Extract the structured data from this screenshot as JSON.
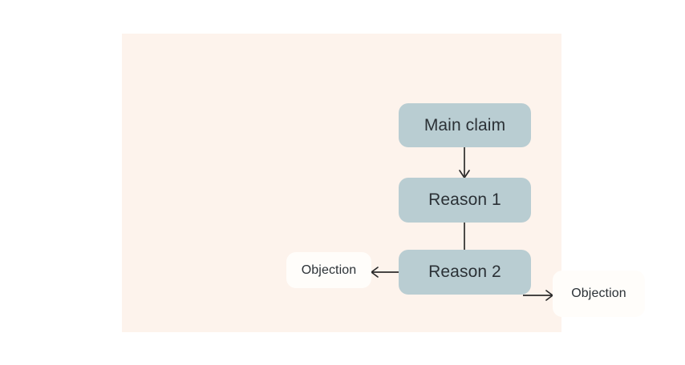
{
  "canvas": {
    "background_color": "#fdf3ec",
    "page_background_color": "#ffffff"
  },
  "diagram": {
    "type": "argument-map",
    "node_fill_primary": "#b9cdd2",
    "node_fill_objection": "#fffdfa",
    "text_color": "#2b3136",
    "connector_color": "#2b2b2b",
    "nodes": [
      {
        "id": "main-claim",
        "label": "Main claim",
        "kind": "claim"
      },
      {
        "id": "reason-1",
        "label": "Reason 1",
        "kind": "reason"
      },
      {
        "id": "reason-2",
        "label": "Reason 2",
        "kind": "reason"
      },
      {
        "id": "objection-left",
        "label": "Objection",
        "kind": "objection"
      },
      {
        "id": "objection-right",
        "label": "Objection",
        "kind": "objection"
      }
    ],
    "edges": [
      {
        "id": "main-to-reason-1",
        "from": "main-claim",
        "to": "reason-1",
        "direction": "down",
        "arrowhead": true
      },
      {
        "id": "reason-1-to-reason-2",
        "from": "reason-1",
        "to": "reason-2",
        "direction": "down",
        "arrowhead": false
      },
      {
        "id": "reason-2-to-obj-left",
        "from": "reason-2",
        "to": "objection-left",
        "direction": "left",
        "arrowhead": true
      },
      {
        "id": "reason-2-to-obj-right",
        "from": "reason-2",
        "to": "objection-right",
        "direction": "right",
        "arrowhead": true
      }
    ]
  }
}
